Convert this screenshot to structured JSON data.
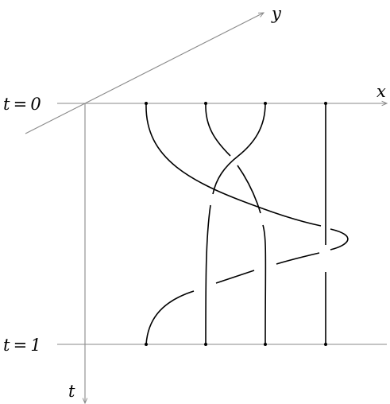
{
  "labels": {
    "t0": "t = 0",
    "t1": "t = 1",
    "x_axis": "x",
    "y_axis": "y",
    "t_axis": "t"
  },
  "colors": {
    "axis": "#8a8a8a",
    "strand": "#000000"
  }
}
